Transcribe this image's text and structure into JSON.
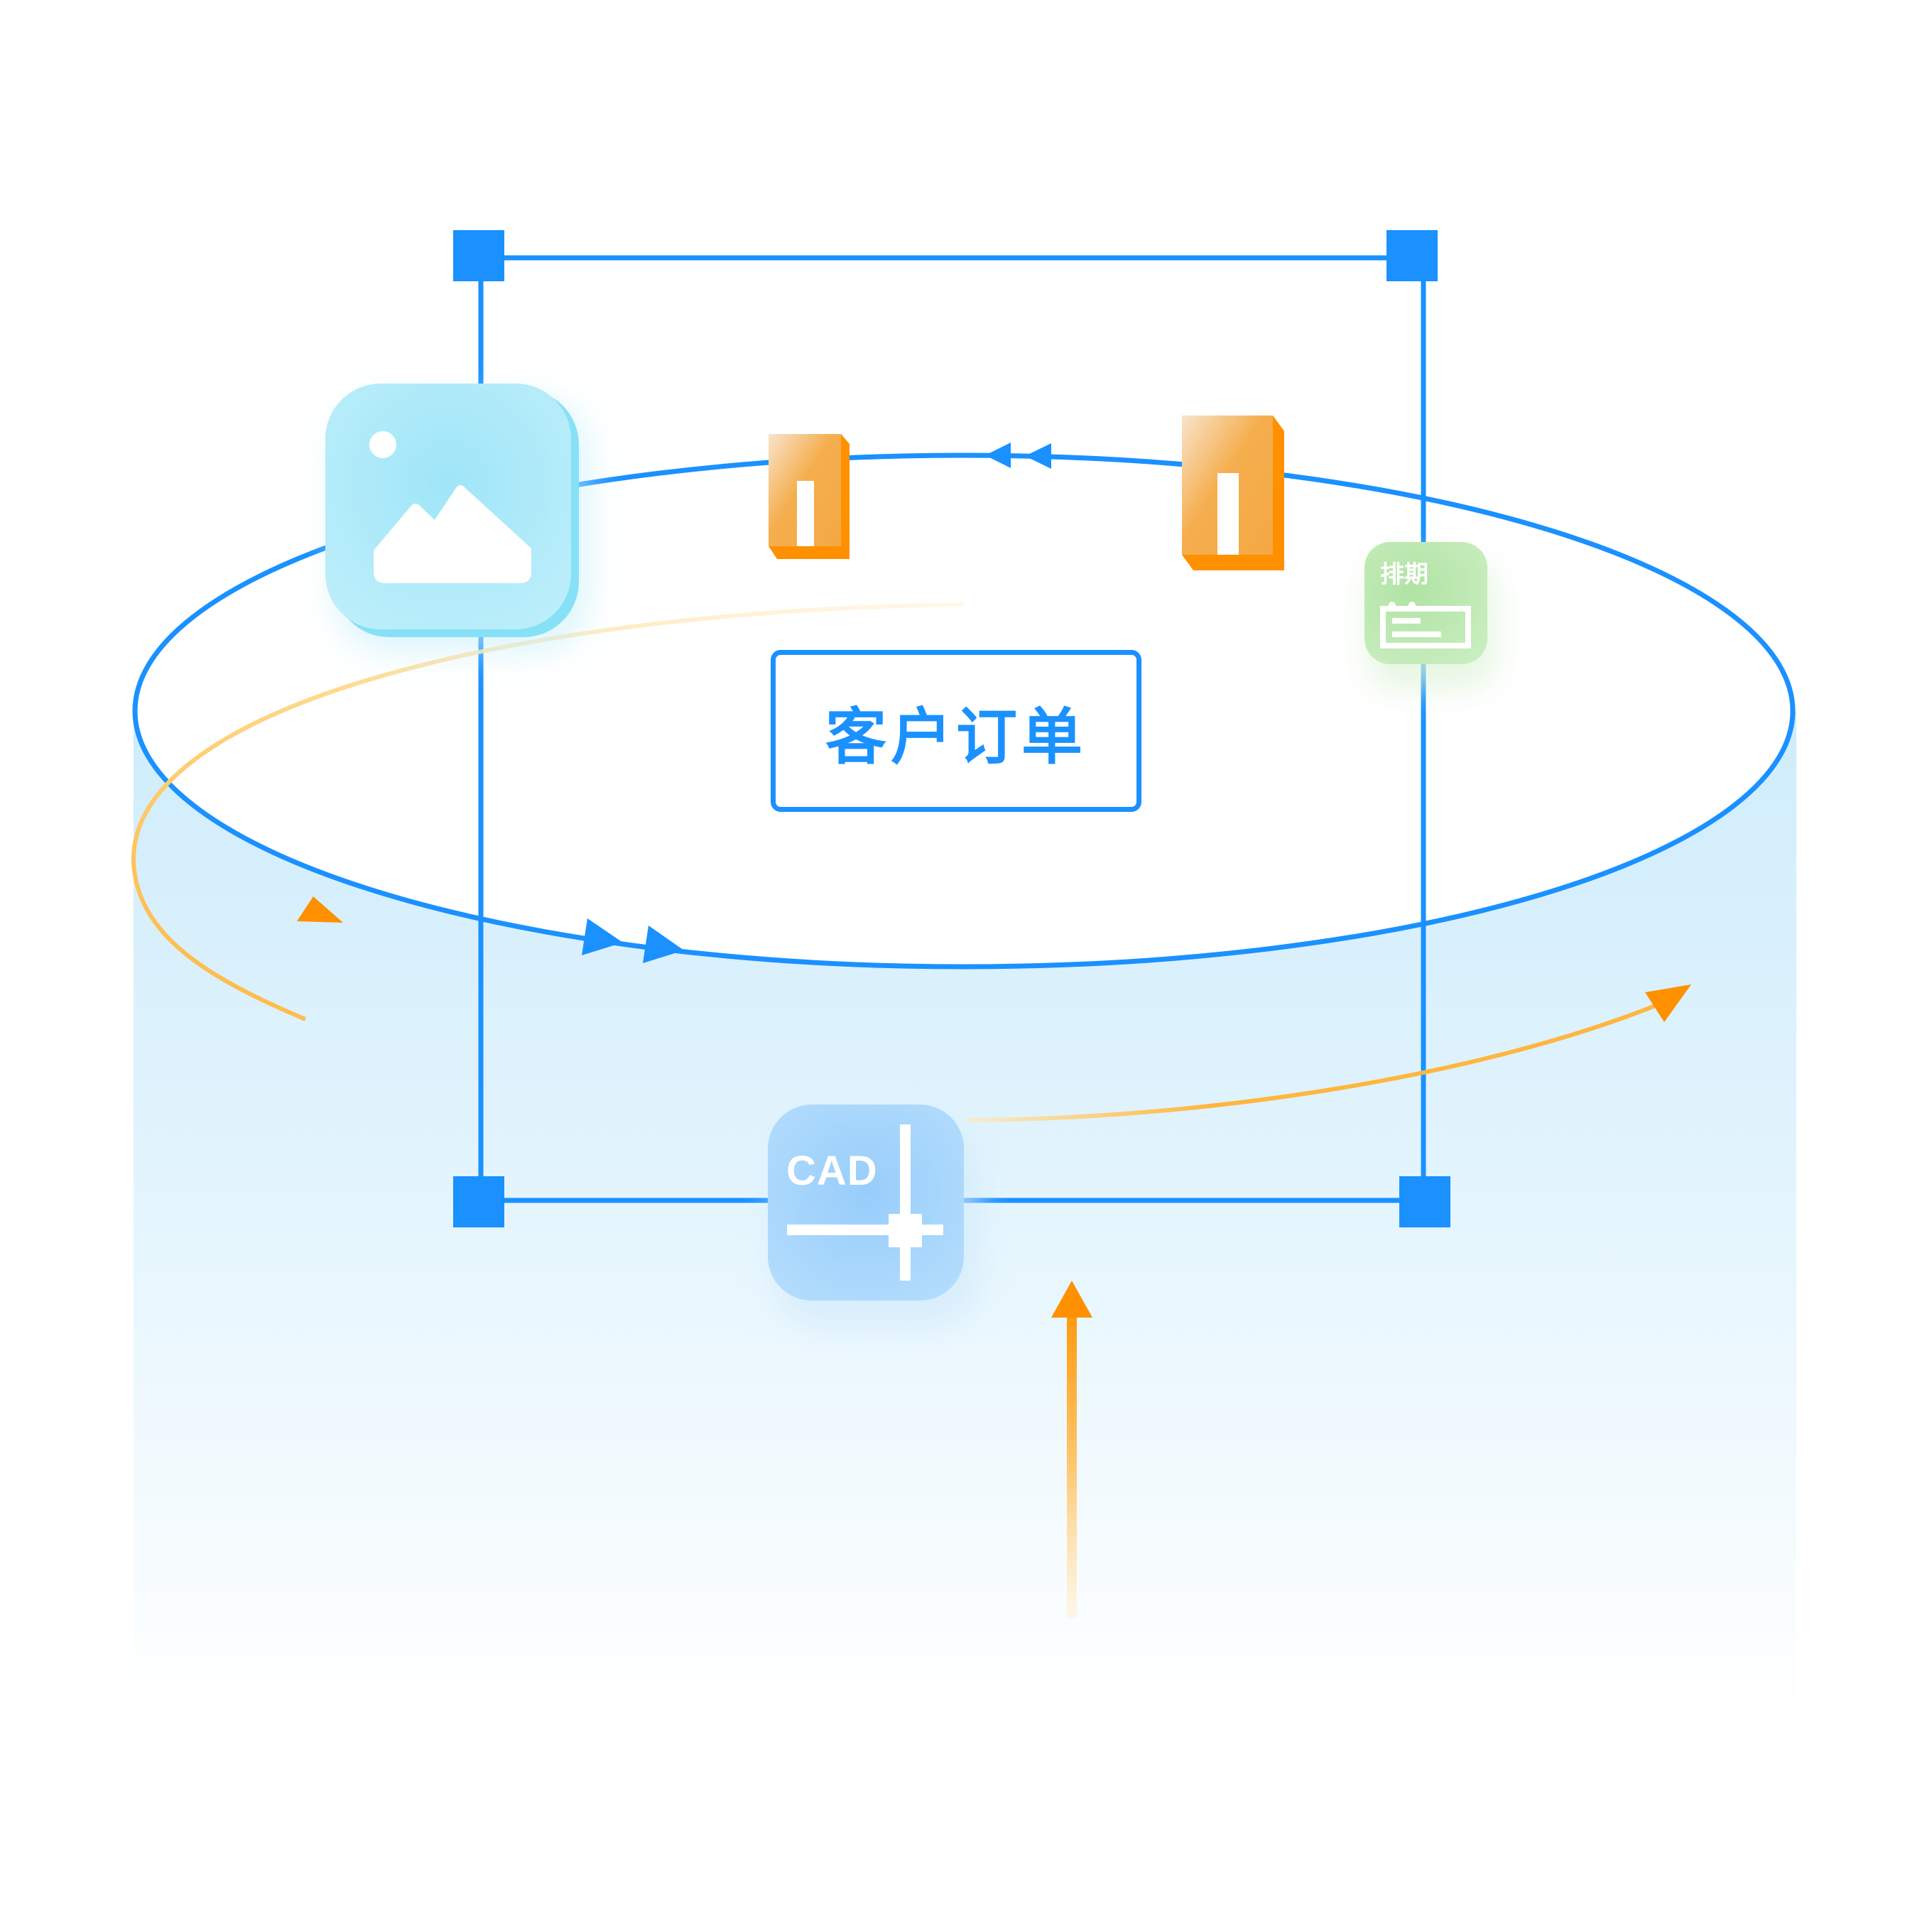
{
  "diagram": {
    "central_node": {
      "label": "客户订单"
    },
    "nodes": [
      {
        "id": "image",
        "icon": "image-icon",
        "description": "image/picture app tile"
      },
      {
        "id": "schedule",
        "label": "排期",
        "icon": "calendar-schedule-icon"
      },
      {
        "id": "cad",
        "label": "CAD",
        "icon": "cad-crosshair-icon"
      },
      {
        "id": "block-small",
        "icon": "orange-block-icon"
      },
      {
        "id": "block-large",
        "icon": "orange-block-icon"
      }
    ],
    "flows": [
      {
        "path": "ellipse-top",
        "direction": "right-to-left",
        "arrow_count": 2
      },
      {
        "path": "ellipse-bottom",
        "direction": "left-to-right",
        "arrow_count": 2
      },
      {
        "path": "orange-arc-left",
        "direction": "clockwise-down-left"
      },
      {
        "path": "orange-arc-right",
        "direction": "up-right"
      },
      {
        "path": "orange-vertical",
        "direction": "up"
      }
    ],
    "selection_frame": {
      "handles": 4
    }
  },
  "colors": {
    "primary_blue": "#1A91FF",
    "orange": "#FF9000",
    "orange_light": "#FFB640",
    "cylinder_top": "#D0EDFC",
    "image_tile": "#A5E8F8",
    "schedule_tile": "#B8E5AE",
    "cad_tile": "#9FD1FC"
  }
}
